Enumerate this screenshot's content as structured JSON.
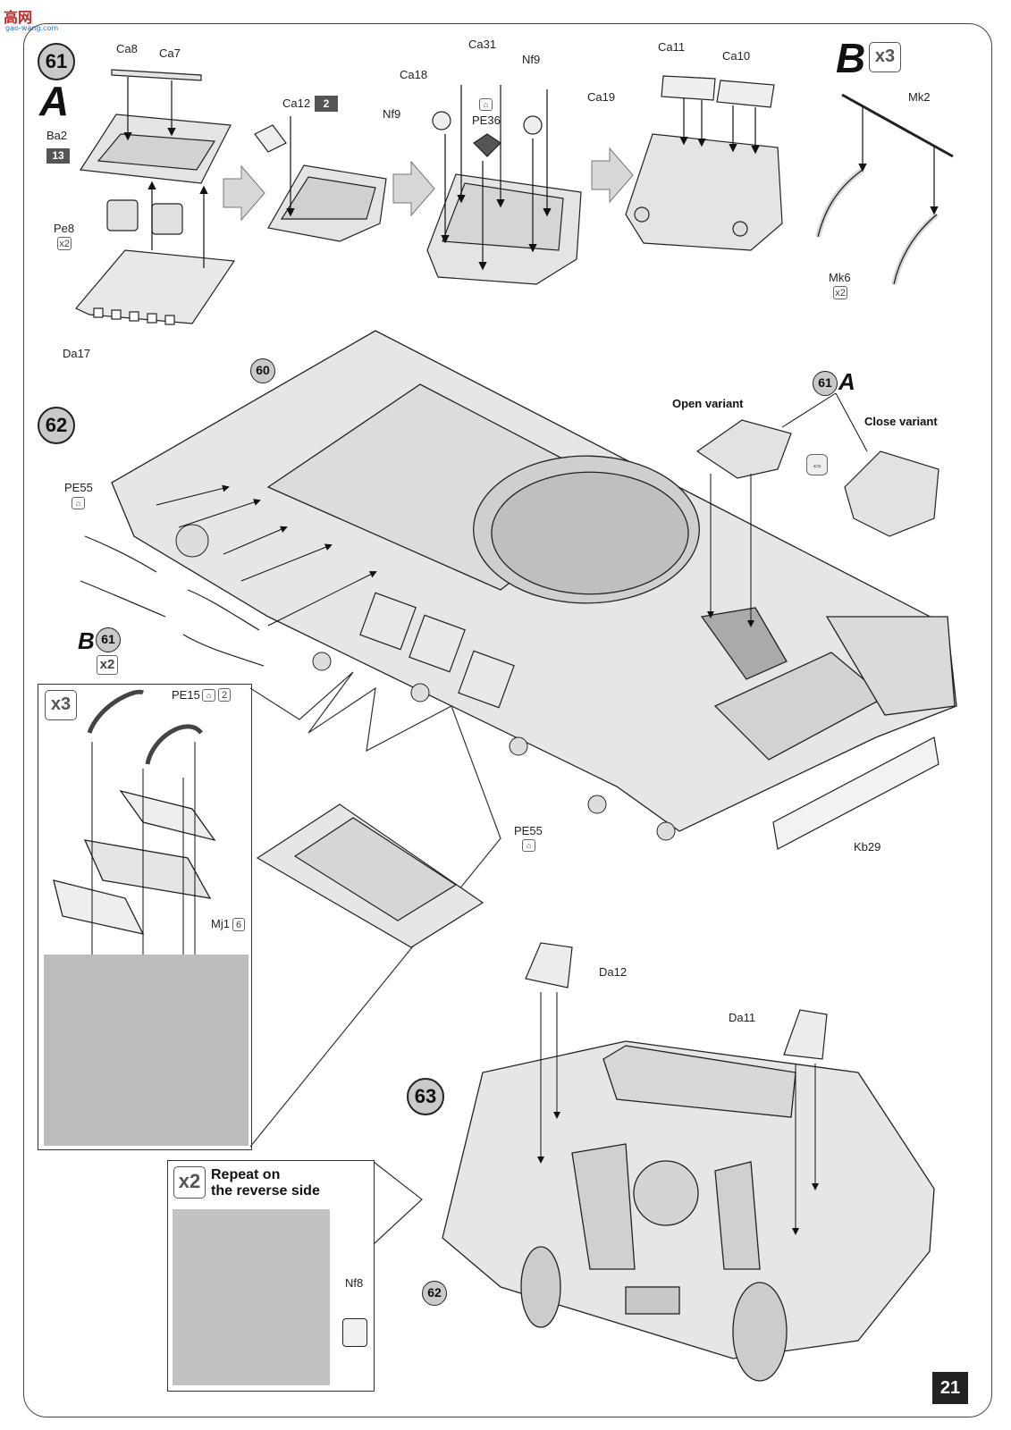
{
  "logo": {
    "text": "高网",
    "sub": "gao-wang.com"
  },
  "page_number": "21",
  "steps": {
    "s61": {
      "number": "61",
      "variant": "A"
    },
    "s62": {
      "number": "62"
    },
    "s63": {
      "number": "63"
    },
    "s60_ref": "60",
    "s61A_ref": {
      "number": "61",
      "variant": "A"
    },
    "s61B_ref": {
      "number": "61",
      "variant": "B"
    },
    "s62_ref": "62"
  },
  "variant_b": {
    "letter": "B",
    "qty": "x3"
  },
  "variant_labels": {
    "open": "Open variant",
    "close": "Close variant"
  },
  "parts": {
    "ca8": "Ca8",
    "ca7": "Ca7",
    "ba2": "Ba2",
    "ba2_count": "13",
    "pe8": "Pe8",
    "pe8_qty": "x2",
    "da17": "Da17",
    "ca12": "Ca12",
    "ca12_count": "2",
    "ca31": "Ca31",
    "ca18": "Ca18",
    "nf9_a": "Nf9",
    "nf9_b": "Nf9",
    "pe36": "PE36",
    "ca19": "Ca19",
    "ca11": "Ca11",
    "ca10": "Ca10",
    "mk2": "Mk2",
    "mk6": "Mk6",
    "mk6_qty": "x2",
    "pe55_a": "PE55",
    "pe55_b": "PE55",
    "kb29": "Kb29",
    "b61_qty": "x2",
    "pe15": "PE15",
    "pe15_qty": "2",
    "mj1": "Mj1",
    "mj1_qty": "6",
    "da12": "Da12",
    "da11": "Da11",
    "nf8": "Nf8"
  },
  "inset_x3": {
    "qty": "x3"
  },
  "repeat_box": {
    "qty": "x2",
    "line1": "Repeat on",
    "line2": "the reverse side"
  }
}
